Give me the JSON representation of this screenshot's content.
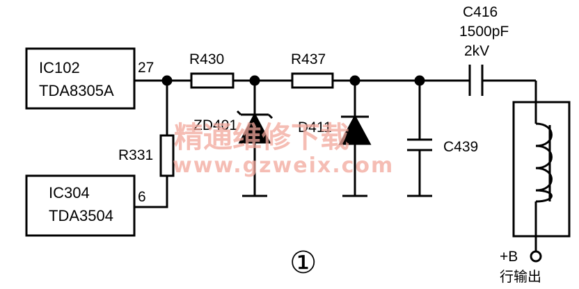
{
  "ic102": {
    "name": "IC102",
    "part": "TDA8305A",
    "pin": "27"
  },
  "ic304": {
    "name": "IC304",
    "part": "TDA3504",
    "pin": "6"
  },
  "r430": "R430",
  "r437": "R437",
  "r331": "R331",
  "zd401": "ZD401",
  "d411": "D411",
  "c439": "C439",
  "c416": {
    "name": "C416",
    "value": "1500pF",
    "voltage": "2kV"
  },
  "output": {
    "plus_b": "+B",
    "label": "行输出"
  },
  "figure_number": "①",
  "watermark": {
    "text": "精通维修下载",
    "url": "www.gzweix.com",
    "color": "#f2a79c"
  }
}
